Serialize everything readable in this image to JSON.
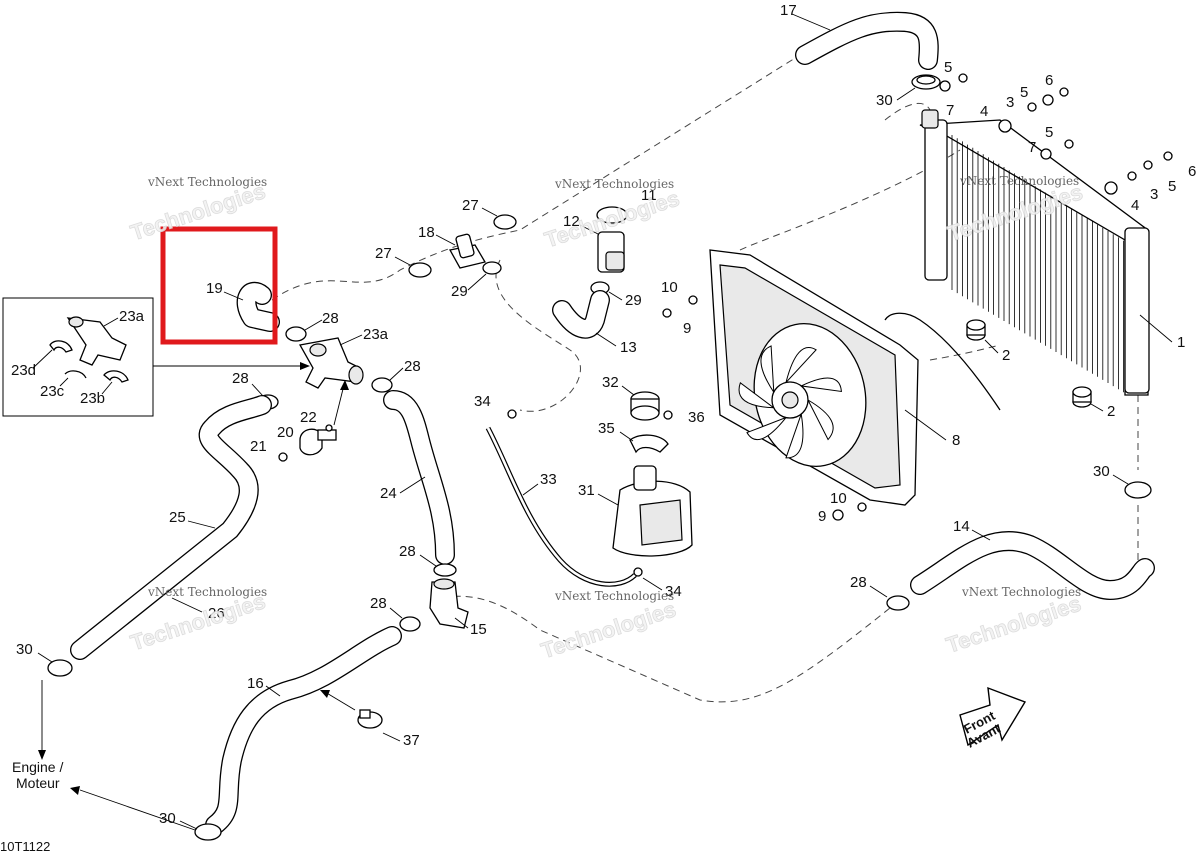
{
  "diagram_id": "10T1122",
  "highlight_color": "#e0191c",
  "watermarks": {
    "brand_line": "vNext Technologies",
    "big_line": "Technologies"
  },
  "labels": {
    "p17": "17",
    "p30a": "30",
    "p5a": "5",
    "p7a": "7",
    "p6a": "6",
    "p5b": "5",
    "p3a": "3",
    "p4a": "4",
    "p5c": "5",
    "p7b": "7",
    "p6b": "6",
    "p5d": "5",
    "p3b": "3",
    "p4b": "4",
    "p1": "1",
    "p2a": "2",
    "p2b": "2",
    "p27a": "27",
    "p11": "11",
    "p12": "12",
    "p18": "18",
    "p27b": "27",
    "p29a": "29",
    "p29b": "29",
    "p13": "13",
    "p10a": "10",
    "p9a": "9",
    "p8": "8",
    "p19": "19",
    "p28a": "28",
    "p23a_main": "23a",
    "p28b": "28",
    "p28c": "28",
    "p23a_box": "23a",
    "p23d": "23d",
    "p23c": "23c",
    "p23b": "23b",
    "p22": "22",
    "p20": "20",
    "p21": "21",
    "p34a": "34",
    "p32": "32",
    "p36": "36",
    "p35": "35",
    "p33": "33",
    "p31": "31",
    "p24": "24",
    "p25": "25",
    "p26": "26",
    "p28d": "28",
    "p28e": "28",
    "p15": "15",
    "p10b": "10",
    "p9b": "9",
    "p30b": "30",
    "p14": "14",
    "p28f": "28",
    "p34b": "34",
    "p30c": "30",
    "p16": "16",
    "p37": "37",
    "p30d": "30"
  },
  "callouts": {
    "engine_line1": "Engine /",
    "engine_line2": "Moteur",
    "front_line1": "Front",
    "front_line2": "Avant"
  }
}
